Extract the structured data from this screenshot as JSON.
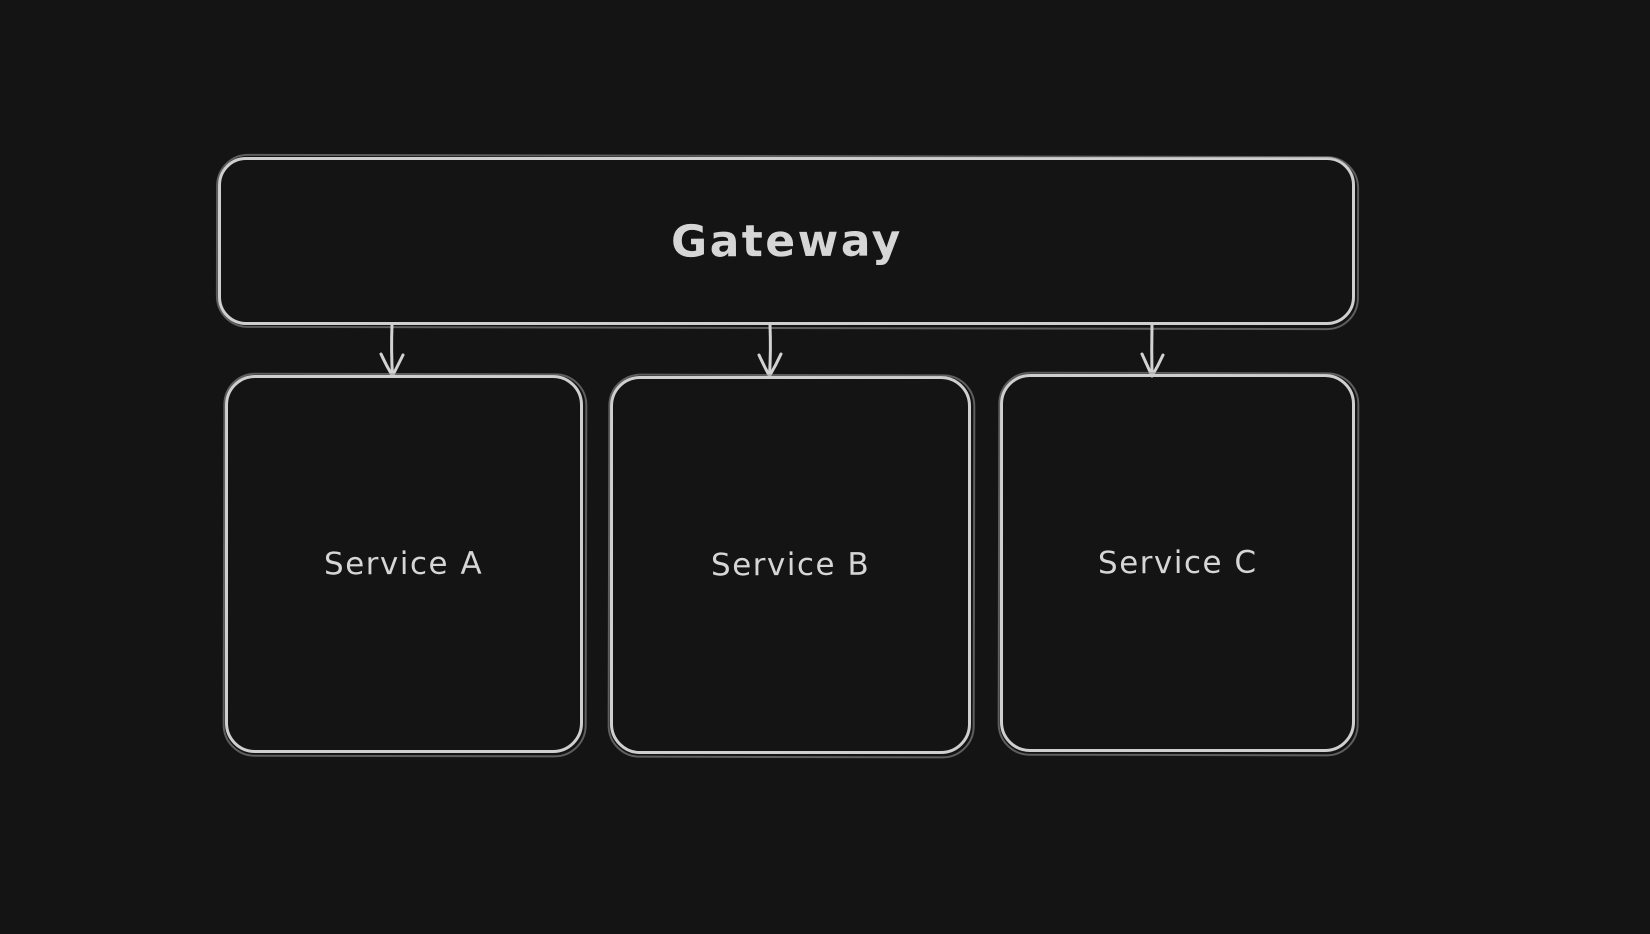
{
  "diagram": {
    "type": "architecture-diagram",
    "style": "hand-drawn-sketch",
    "colors": {
      "background": "#141414",
      "shape_stroke": "#cfcfcf",
      "text": "#d6d6d6"
    },
    "nodes": {
      "gateway": {
        "label": "Gateway"
      },
      "service_a": {
        "label": "Service A"
      },
      "service_b": {
        "label": "Service B"
      },
      "service_c": {
        "label": "Service C"
      }
    },
    "edges": [
      {
        "from": "gateway",
        "to": "service_a",
        "direction": "down"
      },
      {
        "from": "gateway",
        "to": "service_b",
        "direction": "down"
      },
      {
        "from": "gateway",
        "to": "service_c",
        "direction": "down"
      }
    ]
  }
}
